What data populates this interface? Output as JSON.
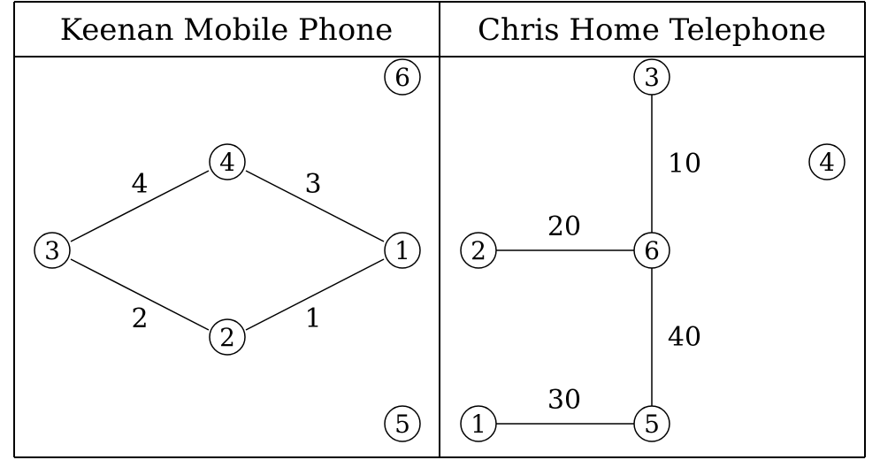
{
  "panels": [
    {
      "title": "Keenan Mobile Phone",
      "nodes": [
        "6",
        "4",
        "3",
        "1",
        "2",
        "5"
      ],
      "edges": [
        {
          "from": "3",
          "to": "4",
          "weight": "4"
        },
        {
          "from": "4",
          "to": "1",
          "weight": "3"
        },
        {
          "from": "3",
          "to": "2",
          "weight": "2"
        },
        {
          "from": "2",
          "to": "1",
          "weight": "1"
        }
      ]
    },
    {
      "title": "Chris Home Telephone",
      "nodes": [
        "3",
        "4",
        "2",
        "6",
        "1",
        "5"
      ],
      "edges": [
        {
          "from": "3",
          "to": "6",
          "weight": "10"
        },
        {
          "from": "2",
          "to": "6",
          "weight": "20"
        },
        {
          "from": "6",
          "to": "5",
          "weight": "40"
        },
        {
          "from": "1",
          "to": "5",
          "weight": "30"
        }
      ]
    }
  ]
}
